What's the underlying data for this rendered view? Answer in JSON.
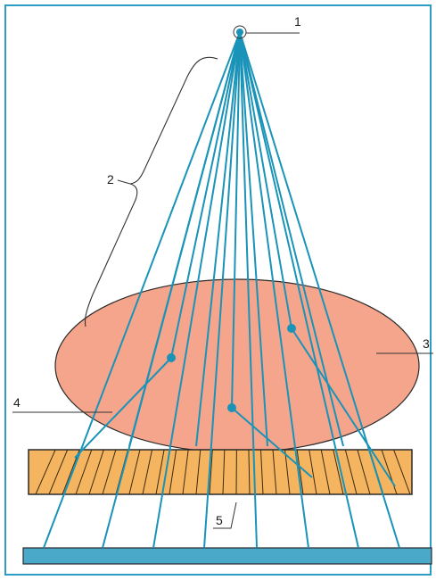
{
  "labels": {
    "source": "1",
    "beam": "2",
    "object": "3",
    "scatter": "4",
    "grid": "5"
  },
  "colors": {
    "frame": "#2d9cc4",
    "beam": "#1a93b8",
    "object_fill": "#f4a58c",
    "object_stroke": "#2a2a2a",
    "grid_fill": "#f5b560",
    "grid_lamella": "#3a2a10",
    "detector_fill": "#4aa8c8",
    "detector_stroke": "#2a2a2a",
    "leader": "#333333"
  }
}
